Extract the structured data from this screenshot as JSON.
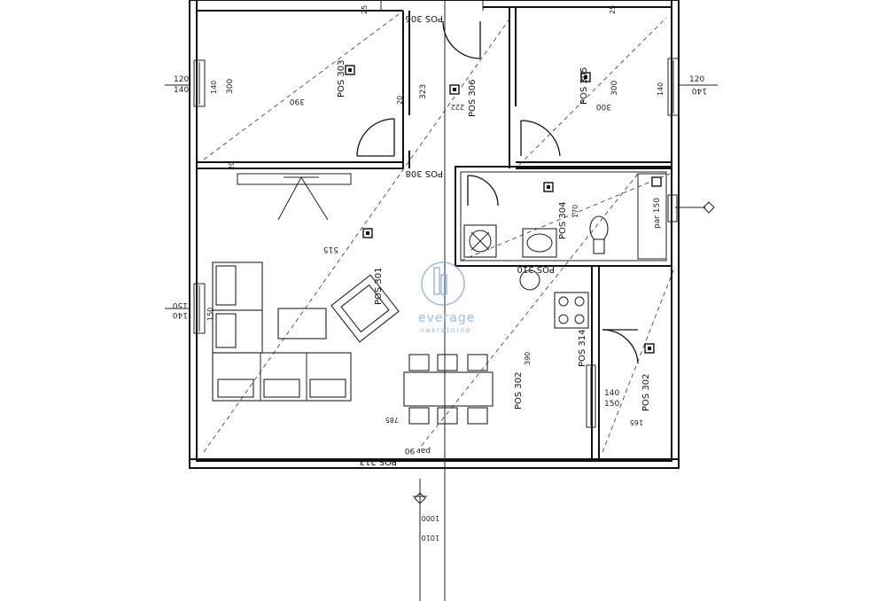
{
  "labels": {
    "pos_306_top": "POS 306",
    "pos_303": "POS 303",
    "pos_305": "POS 305",
    "pos_306_mid": "POS 306",
    "pos_308": "POS 308",
    "pos_304": "POS 304",
    "pos_310": "POS 310",
    "pos_301": "POS 301",
    "pos_302_a": "POS 302",
    "pos_302_b": "POS 302",
    "pos_314": "POS 314",
    "pos_213": "POS 213",
    "d_390": "390",
    "d_300_a": "300",
    "d_323": "323",
    "d_222": "222",
    "d_300_b": "300",
    "d_300_c": "300",
    "d_515": "515",
    "d_785": "785",
    "d_390_b": "390",
    "d_165": "165",
    "d_170": "170",
    "d_25_a": "25",
    "d_25_b": "25",
    "d_20_a": "20",
    "d_20_b": "20",
    "d_120_l": "120",
    "d_140_l": "140",
    "d_150_l": "150",
    "d_140_l2": "140",
    "d_120_r": "120",
    "d_140_r": "140",
    "d_140_r2": "140",
    "d_150_r": "150",
    "d_140_v": "140",
    "d_140_v2": "140",
    "d_150_v": "150",
    "par_150": "par 150",
    "par_90": "par 90",
    "d_1000": "1000",
    "d_1010": "1010"
  },
  "watermark": {
    "brand": "everage",
    "sub": "nekretnine",
    "color": "#8fb0dd"
  },
  "colors": {
    "line": "#111111",
    "background": "#ffffff"
  }
}
